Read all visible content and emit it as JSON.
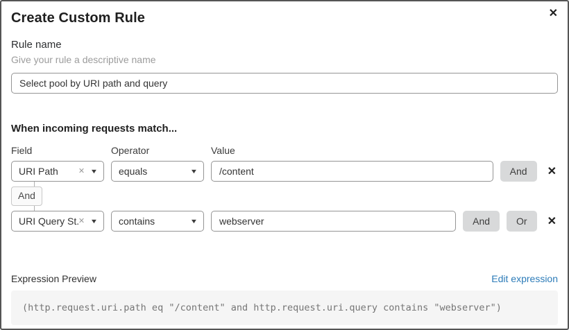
{
  "dialog": {
    "title": "Create Custom Rule"
  },
  "icons": {
    "close": "✕",
    "clear": "✕",
    "chevron_down": "▼",
    "remove_row": "✕"
  },
  "rule_name": {
    "label": "Rule name",
    "helper": "Give your rule a descriptive name",
    "value": "Select pool by URI path and query"
  },
  "match": {
    "heading": "When incoming requests match...",
    "columns": {
      "field": "Field",
      "operator": "Operator",
      "value": "Value"
    },
    "connector_label": "And",
    "rows": [
      {
        "field": "URI Path",
        "operator": "equals",
        "value": "/content",
        "and_label": "And"
      },
      {
        "field": "URI Query St...",
        "operator": "contains",
        "value": "webserver",
        "and_label": "And",
        "or_label": "Or"
      }
    ]
  },
  "expression": {
    "label": "Expression Preview",
    "edit_link": "Edit expression",
    "code": "(http.request.uri.path eq \"/content\" and http.request.uri.query contains \"webserver\")"
  },
  "colors": {
    "link_blue": "#2c7bb8",
    "button_gray": "#d8d9da",
    "code_bg": "#f5f5f5",
    "border_gray": "#949494"
  }
}
